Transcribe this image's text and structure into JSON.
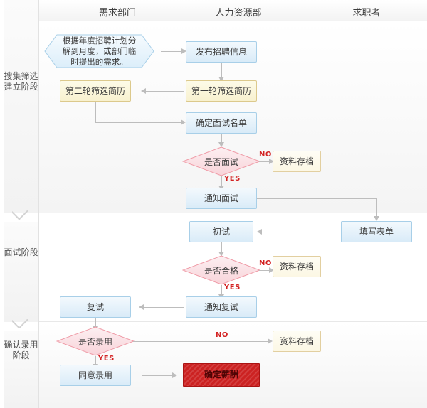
{
  "lanes": [
    {
      "id": "demand-dept",
      "label": "需求部门"
    },
    {
      "id": "hr-dept",
      "label": "人力资源部"
    },
    {
      "id": "applicant",
      "label": "求职者"
    }
  ],
  "stages": [
    {
      "id": "stage-1",
      "label": "搜集筛选建立阶段"
    },
    {
      "id": "stage-2",
      "label": "面试阶段"
    },
    {
      "id": "stage-3",
      "label": "确认录用阶段"
    }
  ],
  "nodes": {
    "plan_request": {
      "label": "根据年度招聘计划分解到月度，或部门临时提出的需求。",
      "shape": "hexagon",
      "color": "blue"
    },
    "publish_job": {
      "label": "发布招聘信息",
      "shape": "rect",
      "color": "blue"
    },
    "screen_round1": {
      "label": "第一轮筛选简历",
      "shape": "rect",
      "color": "yellow"
    },
    "screen_round2": {
      "label": "第二轮筛选简历",
      "shape": "rect",
      "color": "yellow"
    },
    "interview_list": {
      "label": "确定面试名单",
      "shape": "rect",
      "color": "blue"
    },
    "decide_interview": {
      "label": "是否面试",
      "shape": "diamond",
      "color": "pink"
    },
    "archive_1": {
      "label": "资料存档",
      "shape": "rect",
      "color": "cream"
    },
    "notify_interview": {
      "label": "通知面试",
      "shape": "rect",
      "color": "blue"
    },
    "fill_form": {
      "label": "填写表单",
      "shape": "rect",
      "color": "blue"
    },
    "first_interview": {
      "label": "初试",
      "shape": "rect",
      "color": "blue"
    },
    "decide_pass": {
      "label": "是否合格",
      "shape": "diamond",
      "color": "pink"
    },
    "archive_2": {
      "label": "资料存档",
      "shape": "rect",
      "color": "cream"
    },
    "notify_second": {
      "label": "通知复试",
      "shape": "rect",
      "color": "blue"
    },
    "second_interview": {
      "label": "复试",
      "shape": "rect",
      "color": "blue"
    },
    "decide_hire": {
      "label": "是否录用",
      "shape": "diamond",
      "color": "pink"
    },
    "archive_3": {
      "label": "资料存档",
      "shape": "rect",
      "color": "cream"
    },
    "agree_hire": {
      "label": "同意录用",
      "shape": "rect",
      "color": "blue"
    },
    "confirm_salary": {
      "label": "确定薪酬",
      "shape": "rect",
      "color": "red"
    }
  },
  "edge_labels": {
    "no_1": "NO",
    "yes_1": "YES",
    "no_2": "NO",
    "yes_2": "YES",
    "no_3": "NO",
    "yes_3": "YES"
  },
  "colors": {
    "blue_fill": "#d9ebf8",
    "blue_border": "#a8cfe8",
    "yellow_fill": "#f8f1cf",
    "yellow_border": "#dcc98c",
    "cream_fill": "#fcf7e4",
    "cream_border": "#e2cfa0",
    "pink_fill": "#fadee2",
    "pink_border": "#ef9aa6",
    "red_fill": "#cc2222",
    "connector": "#bdbdbd",
    "label_red": "#d32222"
  }
}
